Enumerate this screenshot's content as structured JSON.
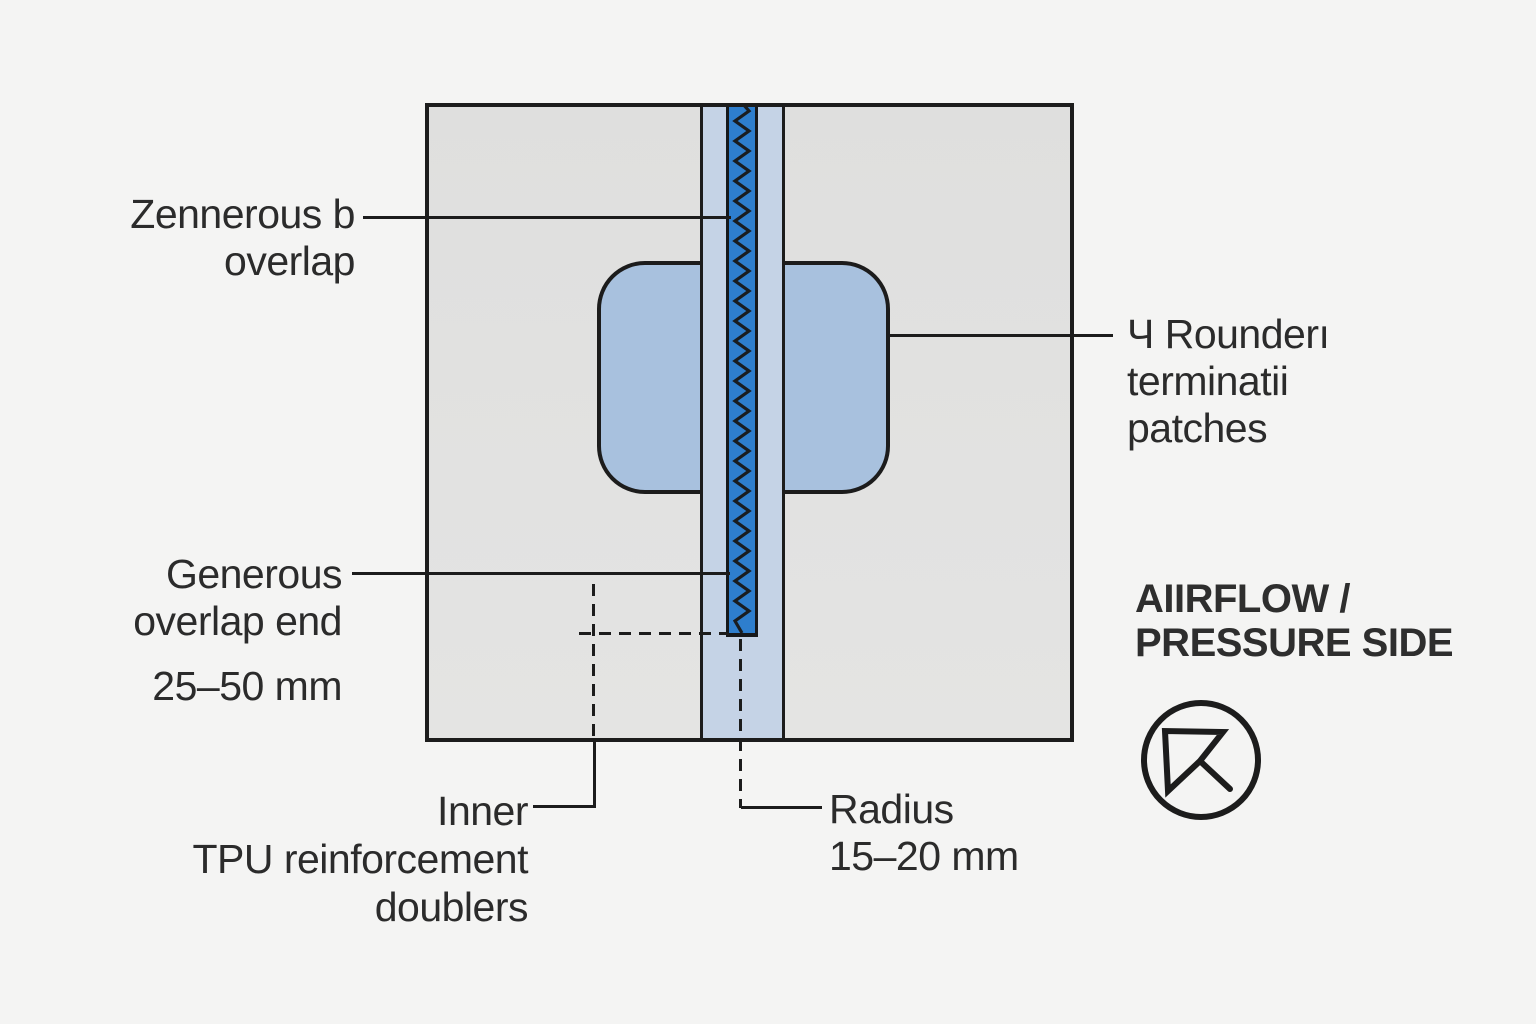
{
  "diagram": {
    "labels": {
      "overlap": {
        "line1": "Zennerous b",
        "line2": "overlap"
      },
      "overlap_end": {
        "line1": "Generous",
        "line2": "overlap end",
        "dimension": "25–50 mm"
      },
      "doublers": {
        "line1": "Inner",
        "line2": "TPU reinforcement",
        "line3": "doublers"
      },
      "radius": {
        "line1": "Radius",
        "dimension": "15–20 mm"
      },
      "patches": {
        "line1": "Ч Rounderı",
        "line2": "terminatiі",
        "line3": "patches"
      },
      "airflow": {
        "line1": "AIIRFLOW /",
        "line2": "PRESSURE SIDE"
      }
    },
    "icon": {
      "name": "arrow-up-left-circle"
    },
    "colors": {
      "background": "#f4f4f3",
      "panel": "#e2e2e1",
      "band": "#c5d3e6",
      "patch": "#a8c1de",
      "stitch_strip": "#2e7ecd",
      "line": "#1c1c1c",
      "text": "#2b2b2b"
    }
  }
}
